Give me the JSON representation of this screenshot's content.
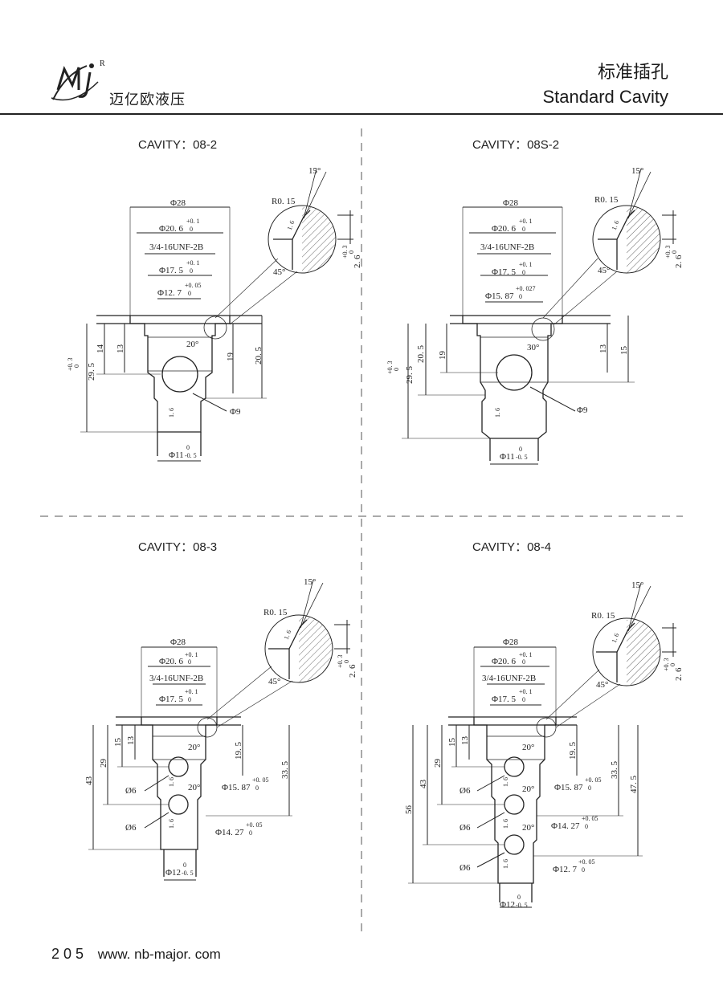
{
  "header": {
    "brand": "迈亿欧液压",
    "logo_text": "MJ",
    "logo_mark": "R",
    "title_cn": "标准插孔",
    "title_en": "Standard Cavity"
  },
  "footer": {
    "page_number": "205",
    "website": "www. nb-major. com"
  },
  "cavities": [
    {
      "title": "CAVITY：08-2",
      "dims": {
        "d28": "Φ28",
        "d206": "Φ20. 6",
        "d206_tol": "+0. 1",
        "d206_tol0": "0",
        "thread": "3/4-16UNF-2B",
        "d175": "Φ17. 5",
        "d175_tol": "+0. 1",
        "d175_tol0": "0",
        "d127": "Φ12. 7",
        "d127_tol": "+0. 05",
        "d127_tol0": "0",
        "v14": "14",
        "v13": "13",
        "v295": "29. 5",
        "v295_tol": "+0. 3",
        "v295_tol0": "0",
        "v19": "19",
        "v205": "20. 5",
        "angle": "20°",
        "d9": "Φ9",
        "d11": "Φ11",
        "d11_tol": "0",
        "d11_tol2": "-0. 5",
        "rough": "1. 6",
        "det_r": "R0. 15",
        "det_15": "15°",
        "det_45": "45°",
        "det_16": "1. 6",
        "det_26": "2. 6",
        "det_26_tol": "+0. 3",
        "det_26_tol0": "0"
      }
    },
    {
      "title": "CAVITY：08S-2",
      "dims": {
        "d28": "Φ28",
        "d206": "Φ20. 6",
        "d206_tol": "+0. 1",
        "d206_tol0": "0",
        "thread": "3/4-16UNF-2B",
        "d175": "Φ17. 5",
        "d175_tol": "+0. 1",
        "d175_tol0": "0",
        "d1587": "Φ15. 87",
        "d1587_tol": "+0. 027",
        "d1587_tol0": "0",
        "v205": "20. 5",
        "v19": "19",
        "v295": "29. 5",
        "v295_tol": "+0. 3",
        "v295_tol0": "0",
        "v13": "13",
        "v15": "15",
        "angle": "30°",
        "d9": "Φ9",
        "d11": "Φ11",
        "d11_tol": "0",
        "d11_tol2": "-0. 5",
        "rough": "1. 6",
        "det_r": "R0. 15",
        "det_15": "15°",
        "det_45": "45°",
        "det_16": "1. 6",
        "det_26": "2. 6",
        "det_26_tol": "+0. 3",
        "det_26_tol0": "0"
      }
    },
    {
      "title": "CAVITY：08-3",
      "dims": {
        "d28": "Φ28",
        "d206": "Φ20. 6",
        "d206_tol": "+0. 1",
        "d206_tol0": "0",
        "thread": "3/4-16UNF-2B",
        "d175": "Φ17. 5",
        "d175_tol": "+0. 1",
        "d175_tol0": "0",
        "v15": "15",
        "v13": "13",
        "v29": "29",
        "v43": "43",
        "v195": "19. 5",
        "v335": "33. 5",
        "angle": "20°",
        "d6": "Ø6",
        "d1587": "Φ15. 87",
        "d1587_tol": "+0. 05",
        "d1587_tol0": "0",
        "d1427": "Φ14. 27",
        "d1427_tol": "+0. 05",
        "d1427_tol0": "0",
        "d12": "Φ12",
        "d12_tol": "0",
        "d12_tol2": "-0. 5",
        "rough": "1. 6",
        "det_r": "R0. 15",
        "det_15": "15°",
        "det_45": "45°",
        "det_16": "1. 6",
        "det_26": "2. 6",
        "det_26_tol": "+0. 3",
        "det_26_tol0": "0"
      }
    },
    {
      "title": "CAVITY：08-4",
      "dims": {
        "d28": "Φ28",
        "d206": "Φ20. 6",
        "d206_tol": "+0. 1",
        "d206_tol0": "0",
        "thread": "3/4-16UNF-2B",
        "d175": "Φ17. 5",
        "d175_tol": "+0. 1",
        "d175_tol0": "0",
        "v15": "15",
        "v13": "13",
        "v29": "29",
        "v43": "43",
        "v56": "56",
        "v195": "19. 5",
        "v335": "33. 5",
        "v475": "47. 5",
        "angle": "20°",
        "d6": "Ø6",
        "d1587": "Φ15. 87",
        "d1587_tol": "+0. 05",
        "d1587_tol0": "0",
        "d1427": "Φ14. 27",
        "d1427_tol": "+0. 05",
        "d1427_tol0": "0",
        "d127": "Φ12. 7",
        "d127_tol": "+0. 05",
        "d127_tol0": "0",
        "d12": "Φ12",
        "d12_tol": "0",
        "d12_tol2": "-0. 5",
        "rough": "1. 6",
        "det_r": "R0. 15",
        "det_15": "15°",
        "det_45": "45°",
        "det_16": "1. 6",
        "det_26": "2. 6",
        "det_26_tol": "+0. 3",
        "det_26_tol0": "0"
      }
    }
  ]
}
